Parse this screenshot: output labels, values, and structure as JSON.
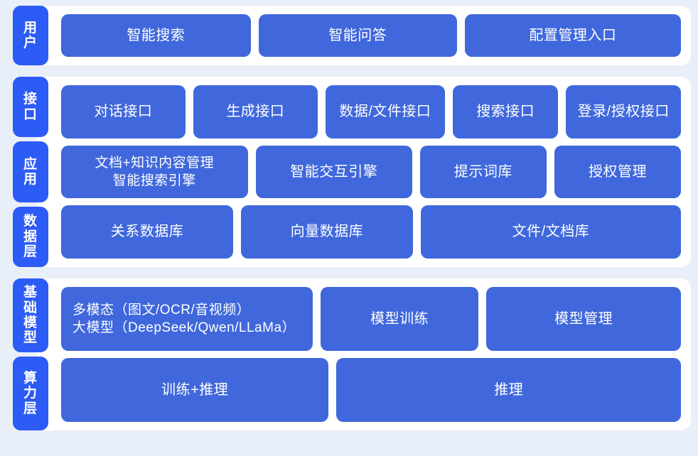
{
  "theme": {
    "background": "#e9eff8",
    "panel_background": "#ffffff",
    "label_blue": "#2d5bf5",
    "card_blue": "#4068dc",
    "card_text": "#ffffff"
  },
  "bands": [
    {
      "id": "users",
      "labels": [
        "用户"
      ],
      "rows": [
        {
          "id": "user-entries",
          "cards": [
            {
              "label": "智能搜索"
            },
            {
              "label": "智能问答"
            },
            {
              "label": "配置管理入口"
            }
          ]
        }
      ]
    },
    {
      "id": "platform",
      "labels": [
        "接口",
        "应用",
        "数据层"
      ],
      "rows": [
        {
          "id": "interface-layer",
          "cards": [
            {
              "label": "对话接口"
            },
            {
              "label": "生成接口"
            },
            {
              "label": "数据/文件接口"
            },
            {
              "label": "搜索接口"
            },
            {
              "label": "登录/授权接口"
            }
          ]
        },
        {
          "id": "application-layer",
          "cards": [
            {
              "label": "文档+知识内容管理\n智能搜索引擎"
            },
            {
              "label": "智能交互引擎"
            },
            {
              "label": "提示词库"
            },
            {
              "label": "授权管理"
            }
          ]
        },
        {
          "id": "data-layer",
          "cards": [
            {
              "label": "关系数据库"
            },
            {
              "label": "向量数据库"
            },
            {
              "label": "文件/文档库"
            }
          ]
        }
      ]
    },
    {
      "id": "infrastructure",
      "labels": [
        "基础模型",
        "算力层"
      ],
      "rows": [
        {
          "id": "foundation-model-layer",
          "cards": [
            {
              "label": "多模态（图文/OCR/音视频）\n大模型（DeepSeek/Qwen/LLaMa）"
            },
            {
              "label": "模型训练"
            },
            {
              "label": "模型管理"
            }
          ]
        },
        {
          "id": "compute-layer",
          "cards": [
            {
              "label": "训练+推理"
            },
            {
              "label": "推理"
            }
          ]
        }
      ]
    }
  ]
}
